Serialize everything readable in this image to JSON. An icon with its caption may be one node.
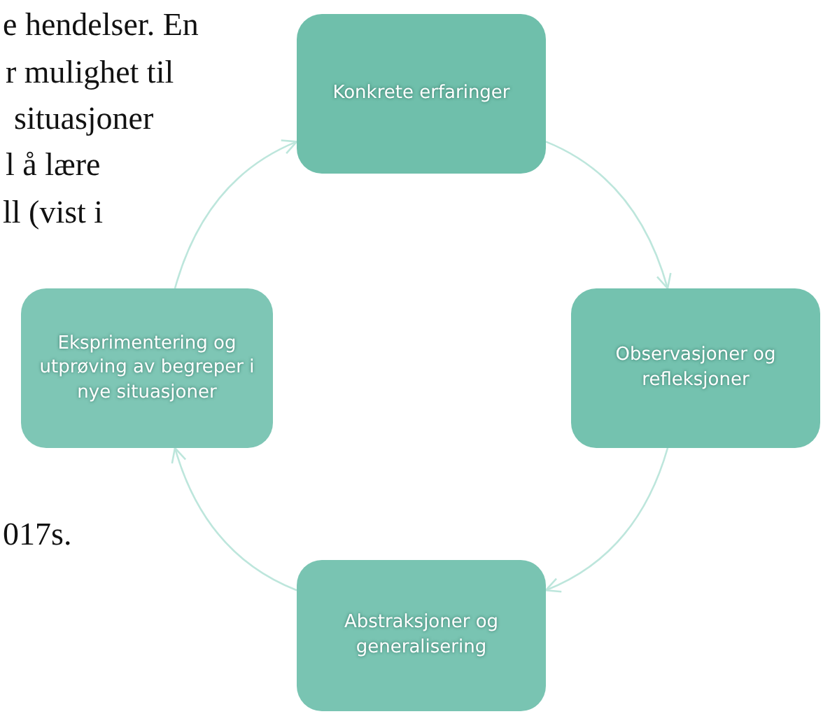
{
  "diagram": {
    "nodes": [
      {
        "text": [
          "Konkrete erfaringer"
        ]
      },
      {
        "text": [
          "Observasjoner og refleksjoner"
        ]
      },
      {
        "text": [
          "Abstraksjoner og generalisering"
        ]
      },
      {
        "text": [
          "Eksprimentering og utprøving av begreper i nye situasjoner"
        ]
      }
    ],
    "edges": [
      {
        "from": 0,
        "to": 1,
        "arrow": "to"
      },
      {
        "from": 1,
        "to": 2,
        "arrow": "to"
      },
      {
        "from": 2,
        "to": 3,
        "arrow": "to"
      },
      {
        "from": 3,
        "to": 0,
        "arrow": "to"
      }
    ],
    "labels": [
      "e hendelser. En",
      "r mulighet til",
      "situasjoner",
      "l å lære",
      "ll (vist i",
      "017s."
    ]
  }
}
